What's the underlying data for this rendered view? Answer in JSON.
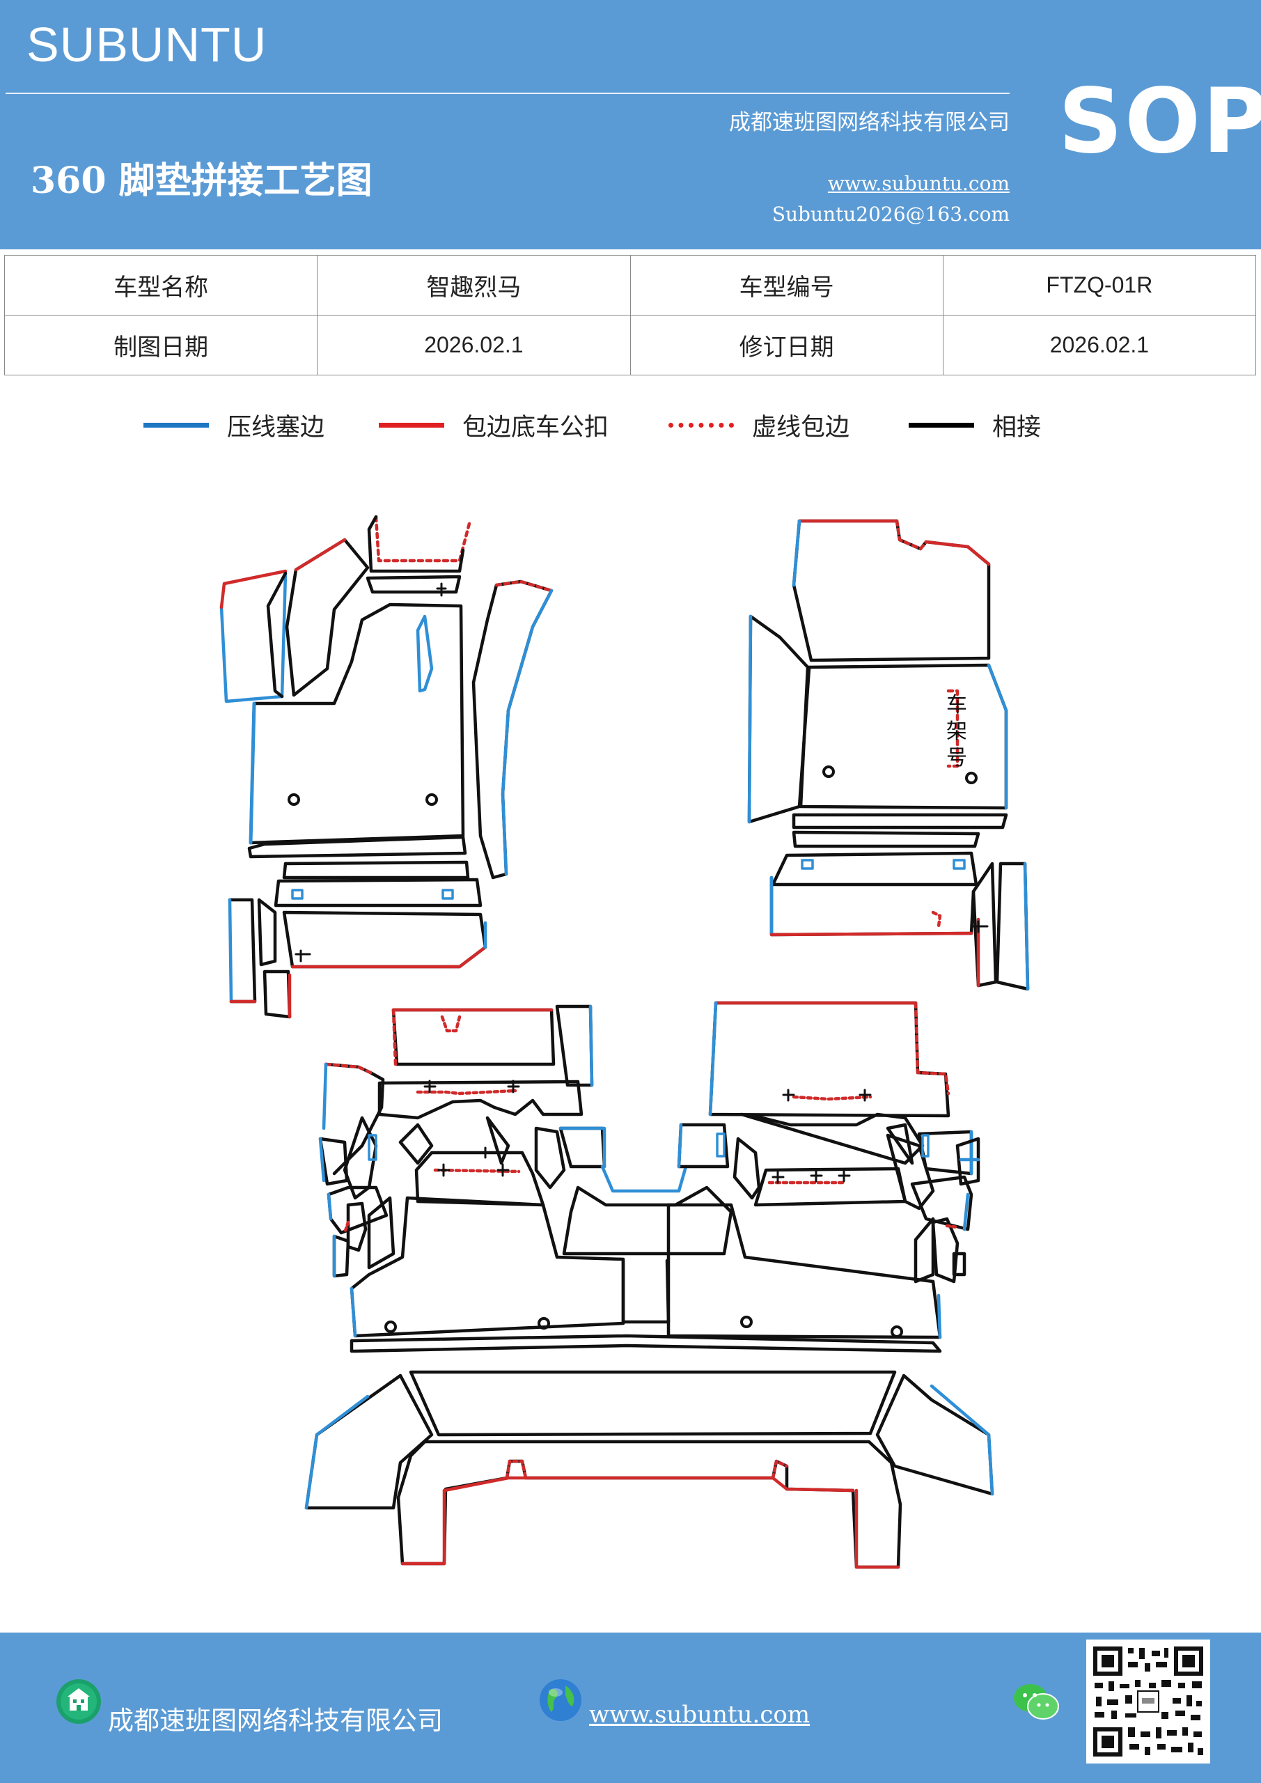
{
  "header": {
    "brand": "SUBUNTU",
    "company": "成都速班图网络科技有限公司",
    "badge": "SOP",
    "title": "360 脚垫拼接工艺图",
    "website": "www.subuntu.com",
    "email": "Subuntu2026@163.com"
  },
  "info": {
    "model_name_label": "车型名称",
    "model_name_value": "智趣烈马",
    "model_no_label": "车型编号",
    "model_no_value": "FTZQ-01R",
    "draw_date_label": "制图日期",
    "draw_date_value": "2026.02.1",
    "revise_date_label": "修订日期",
    "revise_date_value": "2026.02.1"
  },
  "legend": {
    "items": [
      {
        "label": "压线塞边",
        "color": "#1f77c4",
        "style": "solid"
      },
      {
        "label": "包边底车公扣",
        "color": "#e02020",
        "style": "solid"
      },
      {
        "label": "虚线包边",
        "color": "#e02020",
        "style": "dotted"
      },
      {
        "label": "相接",
        "color": "#000000",
        "style": "solid"
      }
    ]
  },
  "diagram": {
    "frame_label_chars": [
      "车",
      "架",
      "号"
    ],
    "colors": {
      "blue": "#2f8fd6",
      "red": "#d12a2a",
      "black": "#111111"
    }
  },
  "footer": {
    "company": "成都速班图网络科技有限公司",
    "website": "www.subuntu.com"
  },
  "colors": {
    "header_bg": "#5b9bd5",
    "footer_bg": "#5b9bd5"
  }
}
